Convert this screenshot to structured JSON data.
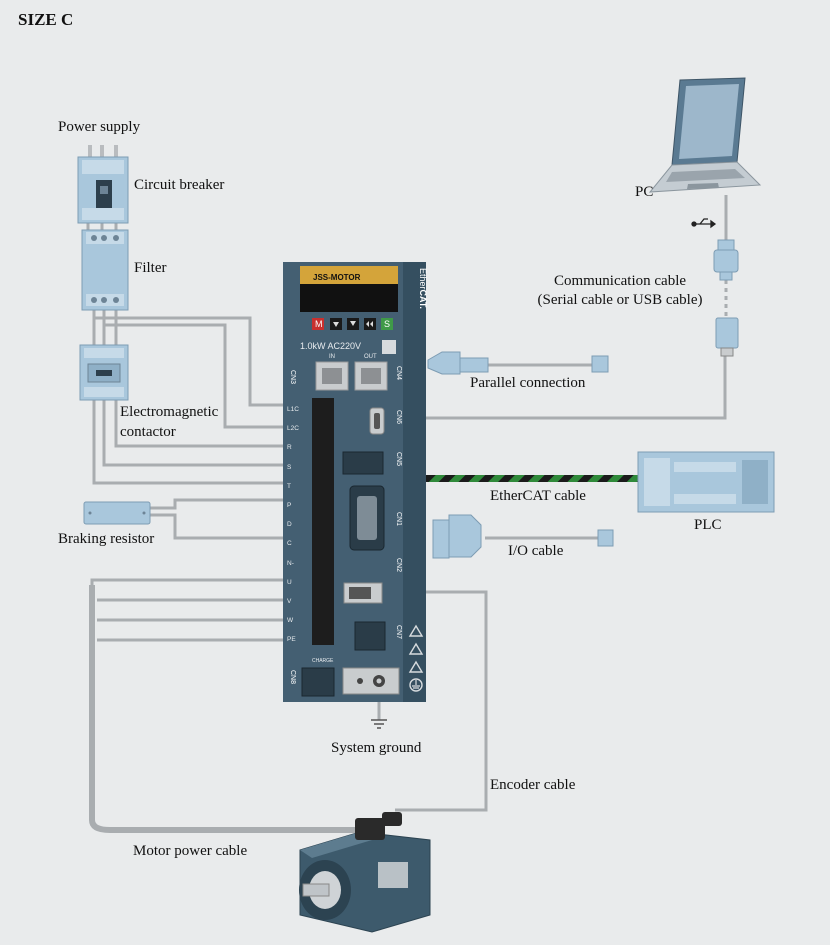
{
  "title": "SIZE C",
  "labels": {
    "power_supply": "Power supply",
    "circuit_breaker": "Circuit breaker",
    "filter": "Filter",
    "electromagnetic_contactor_line1": "Electromagnetic",
    "electromagnetic_contactor_line2": "contactor",
    "braking_resistor": "Braking resistor",
    "pc": "PC",
    "communication_cable_line1": "Communication cable",
    "communication_cable_line2": "(Serial cable or USB cable)",
    "parallel_connection": "Parallel connection",
    "ethercat_cable": "EtherCAT cable",
    "plc": "PLC",
    "io_cable": "I/O cable",
    "system_ground": "System ground",
    "encoder_cable": "Encoder cable",
    "motor_power_cable": "Motor power cable"
  },
  "drive": {
    "brand": "JSS-MOTOR",
    "logo_line1": "Ether",
    "logo_line2": "CAT.",
    "rating": "1.0kW  AC220V",
    "port_in": "IN",
    "port_out": "OUT",
    "cn3": "CN3",
    "cn4": "CN4",
    "cn6": "CN6",
    "cn5": "CN5",
    "cn1": "CN1",
    "cn2": "CN2",
    "cn7": "CN7",
    "cn8": "CN8",
    "charge": "CHARGE",
    "btn_m": "M",
    "btn_s": "S",
    "terminals": [
      "L1C",
      "L2C",
      "R",
      "S",
      "T",
      "P",
      "D",
      "C",
      "N-",
      "U",
      "V",
      "W",
      "PE"
    ]
  },
  "colors": {
    "cable": "#a9adb0",
    "drive_body": "#3d5a6c",
    "drive_dark": "#2c4351",
    "device_blue": "#a9c7dc",
    "ethercat_green": "#2f8a3a"
  }
}
